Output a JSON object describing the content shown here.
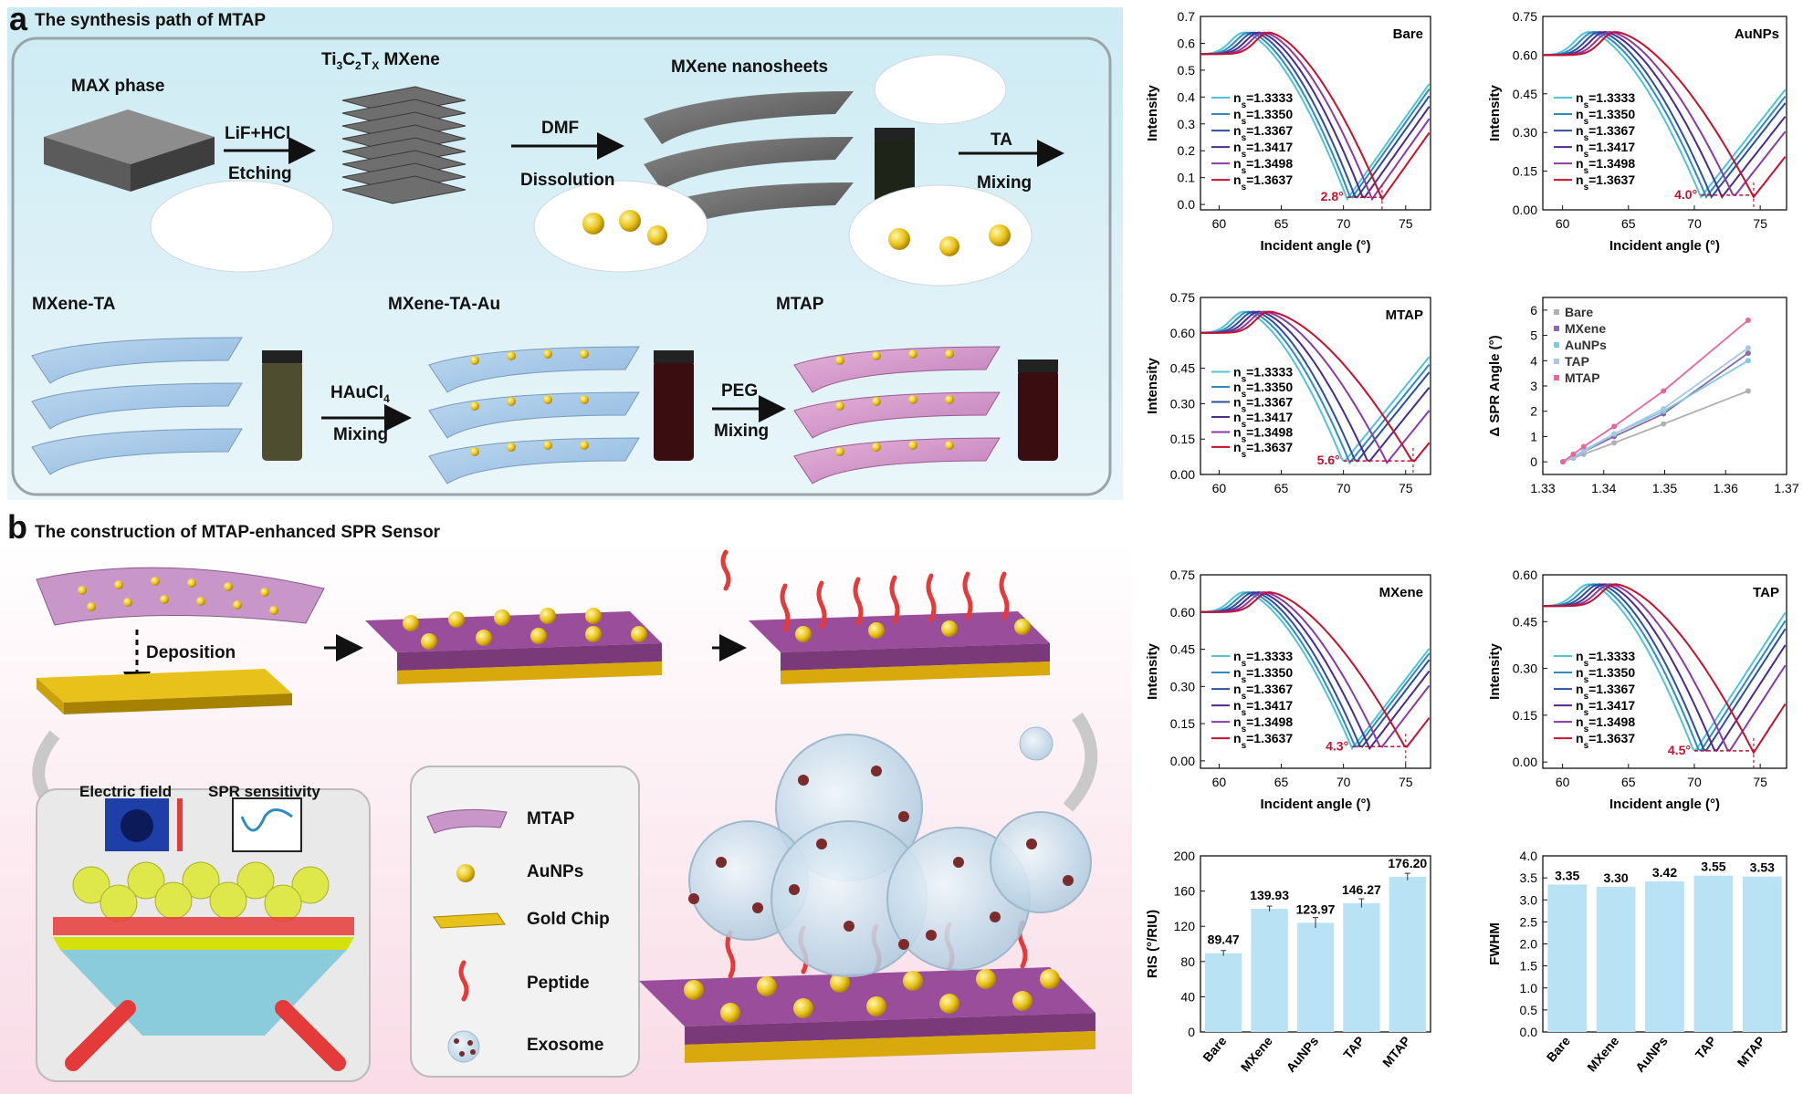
{
  "panel_a": {
    "letter": "a",
    "title": "The synthesis path of MTAP",
    "labels": {
      "max_phase": "MAX phase",
      "ti3c2tx_pre": "Ti",
      "ti3c2tx_sub1": "3",
      "ti3c2tx_c": "C",
      "ti3c2tx_sub2": "2",
      "ti3c2tx_t": "T",
      "ti3c2tx_sub3": "X",
      "ti3c2tx_post": " MXene",
      "mxene_nanosheets": "MXene nanosheets",
      "lif_hcl": "LiF+HCl",
      "etching": "Etching",
      "dmf": "DMF",
      "dissolution": "Dissolution",
      "ta": "TA",
      "mixing_1": "Mixing",
      "mxene_ta": "MXene-TA",
      "mxene_ta_au": "MXene-TA-Au",
      "mtap": "MTAP",
      "haucl4_pre": "HAuCl",
      "haucl4_sub": "4",
      "mixing_2": "Mixing",
      "peg": "PEG",
      "mixing_3": "Mixing"
    }
  },
  "panel_b": {
    "letter": "b",
    "title": "The construction of MTAP-enhanced SPR Sensor",
    "labels": {
      "deposition": "Deposition",
      "electric_field": "Electric field",
      "spr_sensitivity": "SPR sensitivity"
    },
    "legend": [
      "MTAP",
      "AuNPs",
      "Gold Chip",
      "Peptide",
      "Exosome"
    ]
  },
  "colors": {
    "n1": "#4fc4d8",
    "n2": "#2e8bc0",
    "n3": "#2c4ea3",
    "n4": "#4b2a8f",
    "n5": "#8a3aa6",
    "n6": "#c8102e",
    "annot": "#c8102e",
    "bar": "#b9e2f5"
  },
  "chart_data": [
    {
      "id": "bare",
      "type": "line",
      "panel_label": "Bare",
      "xlabel": "Incident angle (°)",
      "ylabel": "Intensity",
      "xlim": [
        58.5,
        77
      ],
      "ylim": [
        -0.02,
        0.7
      ],
      "xticks": [
        60,
        65,
        70,
        75
      ],
      "yticks": [
        "0.0",
        "0.1",
        "0.2",
        "0.3",
        "0.4",
        "0.5",
        "0.6",
        "0.7"
      ],
      "ytick_values": [
        0,
        0.1,
        0.2,
        0.3,
        0.4,
        0.5,
        0.6,
        0.7
      ],
      "peak": 0.64,
      "base": 0.56,
      "floor": 0.02,
      "minima": [
        70.3,
        70.6,
        71.0,
        71.6,
        72.3,
        73.1
      ],
      "annotation": "2.8°",
      "series": [
        {
          "name_pre": "n",
          "name_sub": "s",
          "name_post": "=1.3333"
        },
        {
          "name_pre": "n",
          "name_sub": "s",
          "name_post": "=1.3350"
        },
        {
          "name_pre": "n",
          "name_sub": "s",
          "name_post": "=1.3367"
        },
        {
          "name_pre": "n",
          "name_sub": "s",
          "name_post": "=1.3417"
        },
        {
          "name_pre": "n",
          "name_sub": "s",
          "name_post": "=1.3498"
        },
        {
          "name_pre": "n",
          "name_sub": "s",
          "name_post": "=1.3637"
        }
      ]
    },
    {
      "id": "aunps",
      "type": "line",
      "panel_label": "AuNPs",
      "xlabel": "Incident angle (°)",
      "ylabel": "Intensity",
      "xlim": [
        58.5,
        77
      ],
      "ylim": [
        0,
        0.75
      ],
      "xticks": [
        60,
        65,
        70,
        75
      ],
      "yticks": [
        "0.00",
        "0.15",
        "0.30",
        "0.45",
        "0.60",
        "0.75"
      ],
      "ytick_values": [
        0,
        0.15,
        0.3,
        0.45,
        0.6,
        0.75
      ],
      "peak": 0.69,
      "base": 0.6,
      "floor": 0.05,
      "minima": [
        70.5,
        70.9,
        71.3,
        72.1,
        73.0,
        74.5
      ],
      "annotation": "4.0°",
      "series": [
        {
          "name_pre": "n",
          "name_sub": "s",
          "name_post": "=1.3333"
        },
        {
          "name_pre": "n",
          "name_sub": "s",
          "name_post": "=1.3350"
        },
        {
          "name_pre": "n",
          "name_sub": "s",
          "name_post": "=1.3367"
        },
        {
          "name_pre": "n",
          "name_sub": "s",
          "name_post": "=1.3417"
        },
        {
          "name_pre": "n",
          "name_sub": "s",
          "name_post": "=1.3498"
        },
        {
          "name_pre": "n",
          "name_sub": "s",
          "name_post": "=1.3637"
        }
      ]
    },
    {
      "id": "mtap",
      "type": "line",
      "panel_label": "MTAP",
      "xlabel": "",
      "ylabel": "Intensity",
      "xlim": [
        58.5,
        77
      ],
      "ylim": [
        0,
        0.75
      ],
      "xticks": [
        60,
        65,
        70,
        75
      ],
      "yticks": [
        "0.00",
        "0.15",
        "0.30",
        "0.45",
        "0.60",
        "0.75"
      ],
      "ytick_values": [
        0,
        0.15,
        0.3,
        0.45,
        0.6,
        0.75
      ],
      "peak": 0.69,
      "base": 0.6,
      "floor": 0.05,
      "minima": [
        70.0,
        70.5,
        71.0,
        72.0,
        73.5,
        75.6
      ],
      "annotation": "5.6°",
      "series": [
        {
          "name_pre": "n",
          "name_sub": "s",
          "name_post": "=1.3333"
        },
        {
          "name_pre": "n",
          "name_sub": "s",
          "name_post": "=1.3350"
        },
        {
          "name_pre": "n",
          "name_sub": "s",
          "name_post": "=1.3367"
        },
        {
          "name_pre": "n",
          "name_sub": "s",
          "name_post": "=1.3417"
        },
        {
          "name_pre": "n",
          "name_sub": "s",
          "name_post": "=1.3498"
        },
        {
          "name_pre": "n",
          "name_sub": "s",
          "name_post": "=1.3637"
        }
      ]
    },
    {
      "id": "delta",
      "type": "scatter",
      "xlabel": "",
      "ylabel": "Δ SPR Angle (°)",
      "xlim": [
        1.33,
        1.37
      ],
      "ylim": [
        -0.5,
        6.5
      ],
      "xticks": [
        "1.33",
        "1.34",
        "1.35",
        "1.36",
        "1.37"
      ],
      "xtick_values": [
        1.33,
        1.34,
        1.35,
        1.36,
        1.37
      ],
      "yticks": [
        "0",
        "1",
        "2",
        "3",
        "4",
        "5",
        "6"
      ],
      "ytick_values": [
        0,
        1,
        2,
        3,
        4,
        5,
        6
      ],
      "x": [
        1.3333,
        1.335,
        1.3367,
        1.3417,
        1.3498,
        1.3637
      ],
      "series": [
        {
          "name": "Bare",
          "color": "#b0b0b0",
          "values": [
            0,
            0.15,
            0.3,
            0.75,
            1.5,
            2.8
          ]
        },
        {
          "name": "MXene",
          "color": "#8a6aa6",
          "values": [
            0,
            0.2,
            0.4,
            1.0,
            1.9,
            4.3
          ]
        },
        {
          "name": "AuNPs",
          "color": "#7ec8e3",
          "values": [
            0,
            0.2,
            0.4,
            1.1,
            2.0,
            4.0
          ]
        },
        {
          "name": "TAP",
          "color": "#a6c8e6",
          "values": [
            0,
            0.2,
            0.45,
            1.1,
            2.1,
            4.5
          ]
        },
        {
          "name": "MTAP",
          "color": "#e8679a",
          "values": [
            0,
            0.3,
            0.6,
            1.4,
            2.8,
            5.6
          ]
        }
      ]
    },
    {
      "id": "mxene",
      "type": "line",
      "panel_label": "MXene",
      "xlabel": "Incident angle (°)",
      "ylabel": "Intensity",
      "xlim": [
        58.5,
        77
      ],
      "ylim": [
        -0.03,
        0.75
      ],
      "xticks": [
        60,
        65,
        70,
        75
      ],
      "yticks": [
        "0.00",
        "0.15",
        "0.30",
        "0.45",
        "0.60",
        "0.75"
      ],
      "ytick_values": [
        0,
        0.15,
        0.3,
        0.45,
        0.6,
        0.75
      ],
      "peak": 0.68,
      "base": 0.6,
      "floor": 0.05,
      "minima": [
        70.7,
        71.0,
        71.4,
        72.1,
        73.0,
        75.0
      ],
      "annotation": "4.3°",
      "series": [
        {
          "name_pre": "n",
          "name_sub": "s",
          "name_post": "=1.3333"
        },
        {
          "name_pre": "n",
          "name_sub": "s",
          "name_post": "=1.3350"
        },
        {
          "name_pre": "n",
          "name_sub": "s",
          "name_post": "=1.3367"
        },
        {
          "name_pre": "n",
          "name_sub": "s",
          "name_post": "=1.3417"
        },
        {
          "name_pre": "n",
          "name_sub": "s",
          "name_post": "=1.3498"
        },
        {
          "name_pre": "n",
          "name_sub": "s",
          "name_post": "=1.3637"
        }
      ]
    },
    {
      "id": "tap",
      "type": "line",
      "panel_label": "TAP",
      "xlabel": "Incident angle (°)",
      "ylabel": "Intensity",
      "xlim": [
        58.5,
        77
      ],
      "ylim": [
        -0.02,
        0.6
      ],
      "xticks": [
        60,
        65,
        70,
        75
      ],
      "yticks": [
        "0.00",
        "0.15",
        "0.30",
        "0.45",
        "0.60"
      ],
      "ytick_values": [
        0,
        0.15,
        0.3,
        0.45,
        0.6
      ],
      "peak": 0.57,
      "base": 0.5,
      "floor": 0.03,
      "minima": [
        70.0,
        70.4,
        70.8,
        71.6,
        72.6,
        74.5
      ],
      "annotation": "4.5°",
      "series": [
        {
          "name_pre": "n",
          "name_sub": "s",
          "name_post": "=1.3333"
        },
        {
          "name_pre": "n",
          "name_sub": "s",
          "name_post": "=1.3350"
        },
        {
          "name_pre": "n",
          "name_sub": "s",
          "name_post": "=1.3367"
        },
        {
          "name_pre": "n",
          "name_sub": "s",
          "name_post": "=1.3417"
        },
        {
          "name_pre": "n",
          "name_sub": "s",
          "name_post": "=1.3498"
        },
        {
          "name_pre": "n",
          "name_sub": "s",
          "name_post": "=1.3637"
        }
      ]
    },
    {
      "id": "ris",
      "type": "bar",
      "xlabel": "",
      "ylabel": "RIS (°/RIU)",
      "ylim": [
        0,
        200
      ],
      "yticks": [
        "0",
        "40",
        "80",
        "120",
        "160",
        "200"
      ],
      "ytick_values": [
        0,
        40,
        80,
        120,
        160,
        200
      ],
      "categories": [
        "Bare",
        "MXene",
        "AuNPs",
        "TAP",
        "MTAP"
      ],
      "values": [
        89.47,
        139.93,
        123.97,
        146.27,
        176.2
      ],
      "labels": [
        "89.47",
        "139.93",
        "123.97",
        "146.27",
        "176.20"
      ],
      "errors": [
        3,
        3,
        6,
        5,
        4
      ]
    },
    {
      "id": "fwhm",
      "type": "bar",
      "xlabel": "",
      "ylabel": "FWHM",
      "ylim": [
        0,
        4.0
      ],
      "yticks": [
        "0.0",
        "0.5",
        "1.0",
        "1.5",
        "2.0",
        "2.5",
        "3.0",
        "3.5",
        "4.0"
      ],
      "ytick_values": [
        0,
        0.5,
        1.0,
        1.5,
        2.0,
        2.5,
        3.0,
        3.5,
        4.0
      ],
      "categories": [
        "Bare",
        "MXene",
        "AuNPs",
        "TAP",
        "MTAP"
      ],
      "values": [
        3.35,
        3.3,
        3.42,
        3.55,
        3.53
      ],
      "labels": [
        "3.35",
        "3.30",
        "3.42",
        "3.55",
        "3.53"
      ],
      "errors": [
        0,
        0,
        0,
        0,
        0
      ]
    }
  ]
}
